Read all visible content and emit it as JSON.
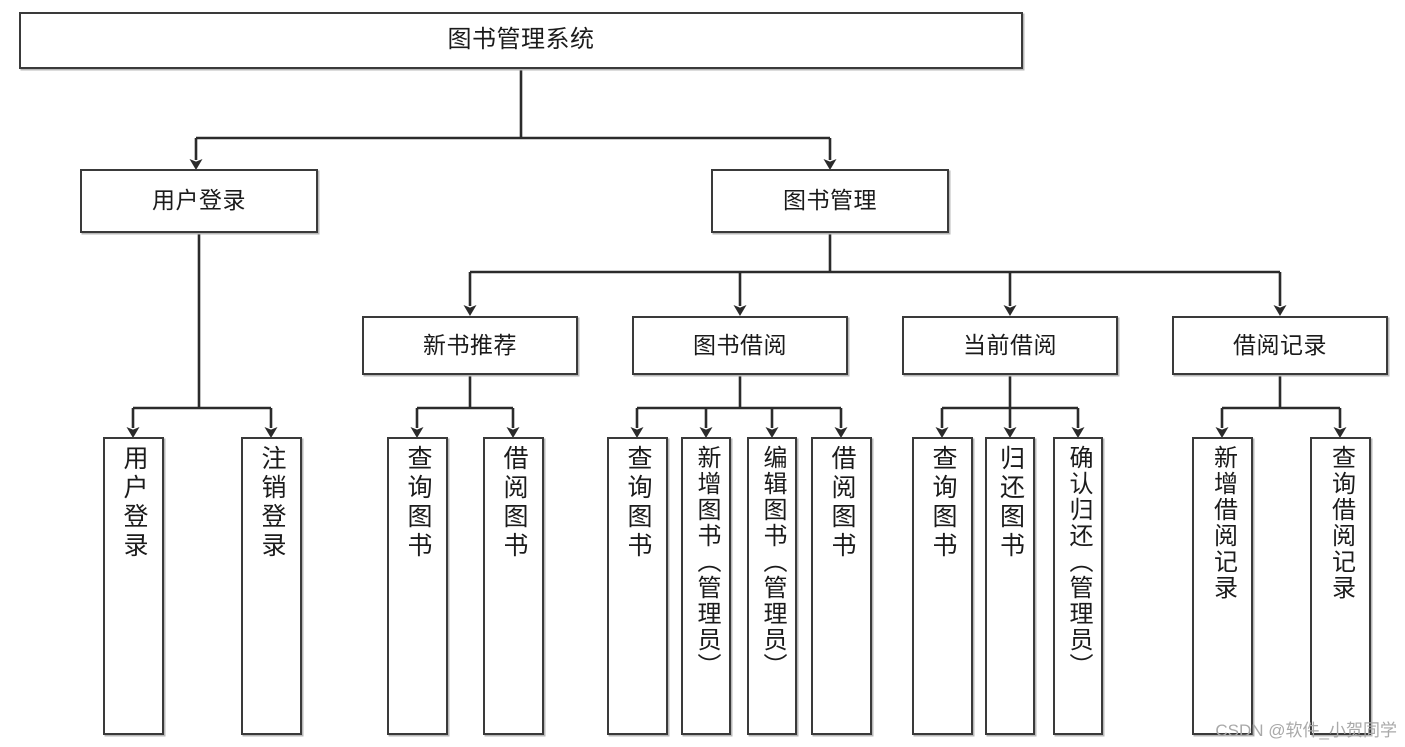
{
  "diagram": {
    "title": "图书管理系统",
    "type": "tree-hierarchy-diagram",
    "colors": {
      "box_border": "#3a3a3a",
      "box_fill": "#ffffff",
      "connector": "#2b2b2b",
      "watermark": "#a9a9a9"
    },
    "root": {
      "label": "图书管理系统"
    },
    "level2": [
      {
        "label": "用户登录"
      },
      {
        "label": "图书管理"
      }
    ],
    "level3": [
      {
        "label": "新书推荐"
      },
      {
        "label": "图书借阅"
      },
      {
        "label": "当前借阅"
      },
      {
        "label": "借阅记录"
      }
    ],
    "leaves": {
      "user_login": [
        {
          "label": "用户登录"
        },
        {
          "label": "注销登录"
        }
      ],
      "new_book_recommend": [
        {
          "label": "查询图书"
        },
        {
          "label": "借阅图书"
        }
      ],
      "book_borrow": [
        {
          "label": "查询图书"
        },
        {
          "label": "新增图书（管理员）"
        },
        {
          "label": "编辑图书（管理员）"
        },
        {
          "label": "借阅图书"
        }
      ],
      "current_borrow": [
        {
          "label": "查询图书"
        },
        {
          "label": "归还图书"
        },
        {
          "label": "确认归还（管理员）"
        }
      ],
      "borrow_record": [
        {
          "label": "新增借阅记录"
        },
        {
          "label": "查询借阅记录"
        }
      ]
    }
  },
  "watermark": {
    "text": "CSDN @软件_小贺同学"
  }
}
